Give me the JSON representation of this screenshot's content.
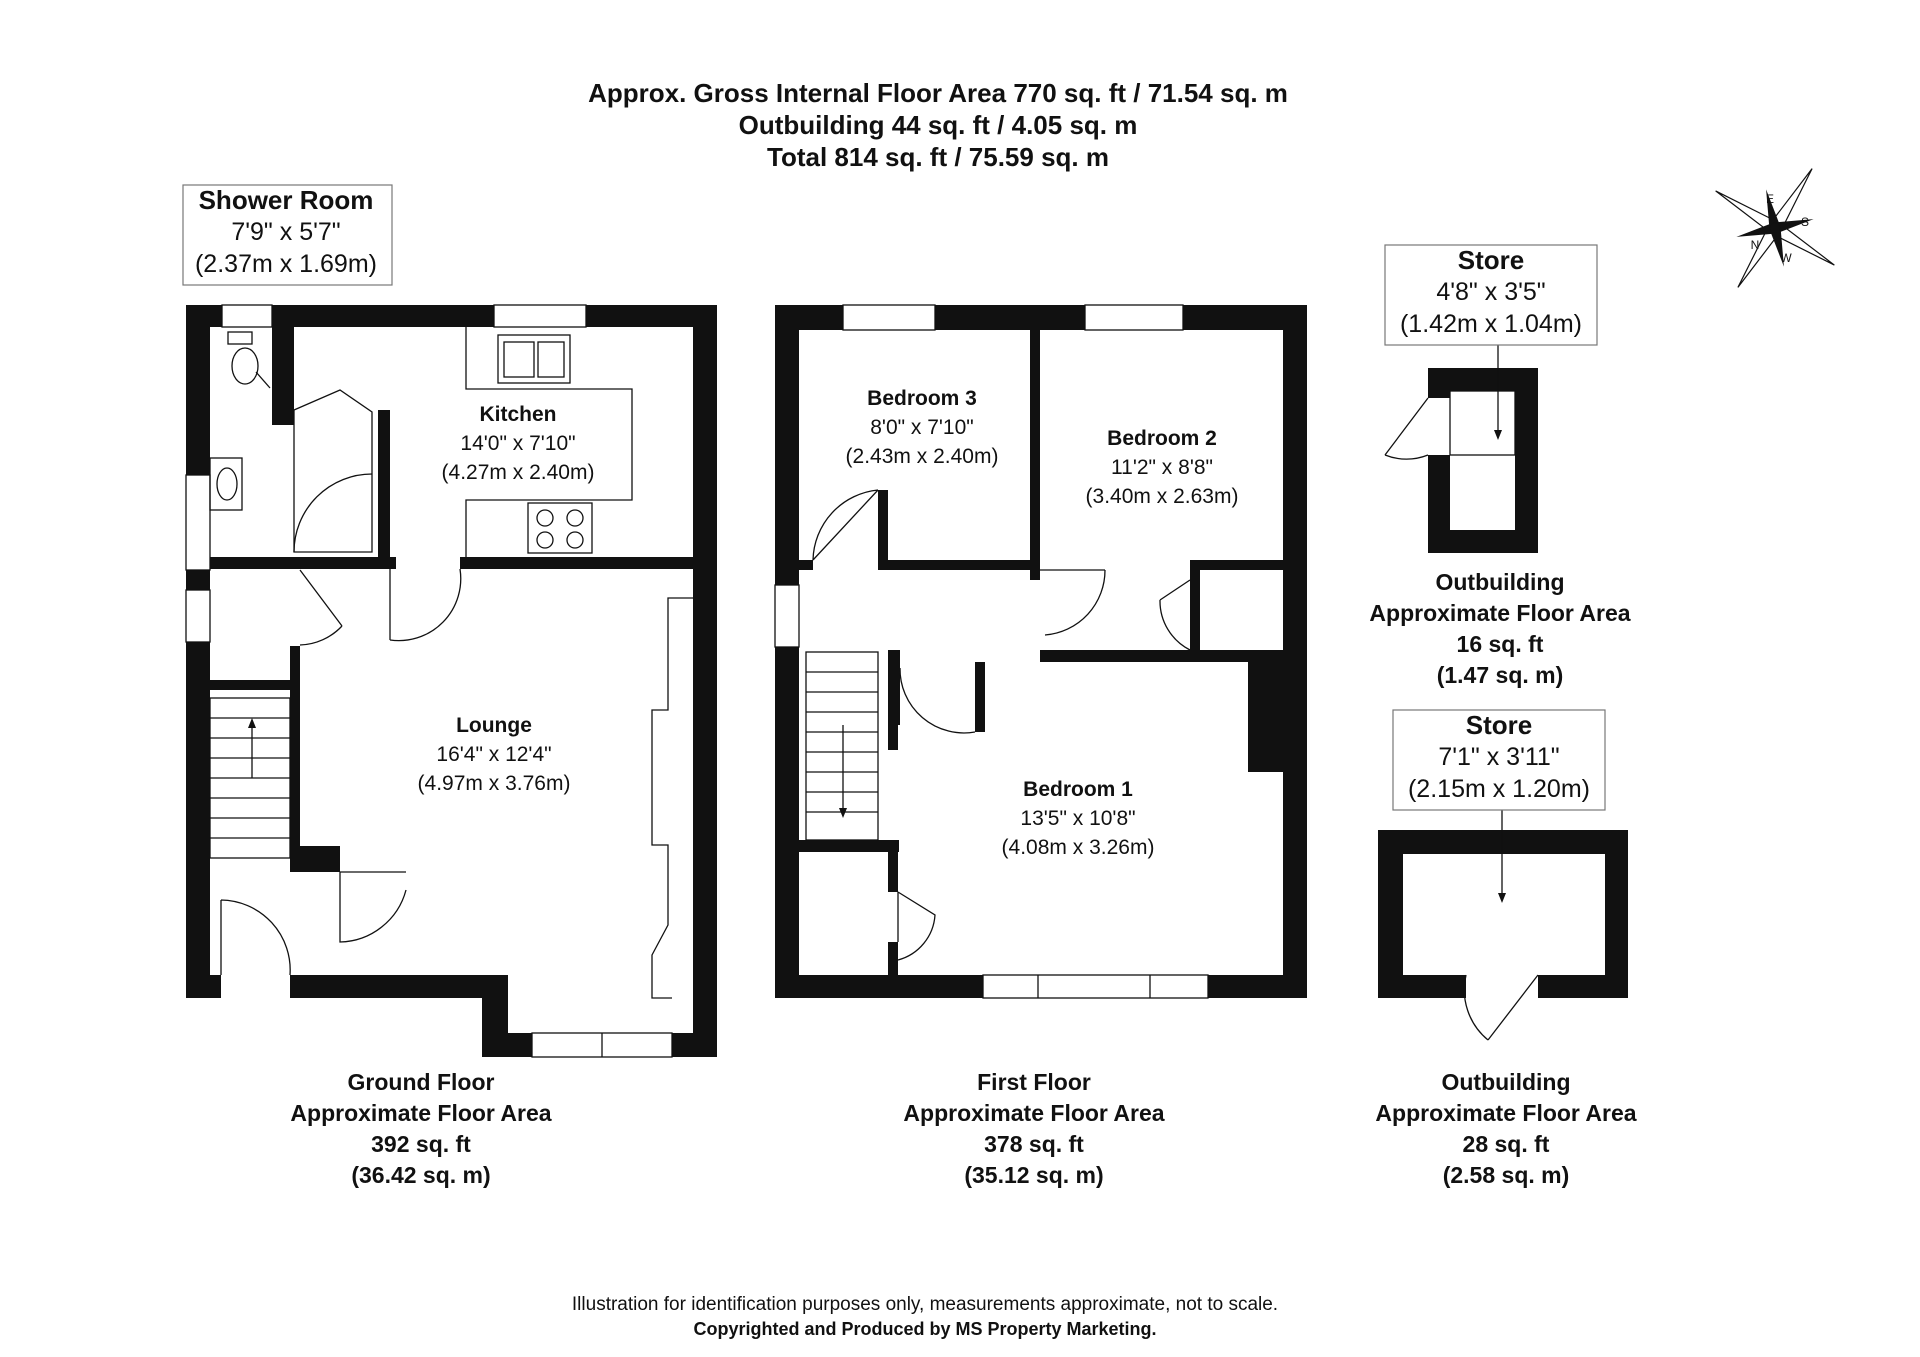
{
  "header": {
    "line1": "Approx. Gross Internal Floor Area 770 sq. ft / 71.54 sq. m",
    "line2": "Outbuilding 44 sq. ft / 4.05 sq. m",
    "line3": "Total 814 sq. ft / 75.59 sq. m"
  },
  "compass": {
    "n": "N",
    "s": "S",
    "e": "E",
    "w": "W"
  },
  "rooms": {
    "shower_room": {
      "name": "Shower Room",
      "imperial": "7'9\" x 5'7\"",
      "metric": "(2.37m x 1.69m)"
    },
    "kitchen": {
      "name": "Kitchen",
      "imperial": "14'0\" x 7'10\"",
      "metric": "(4.27m x 2.40m)"
    },
    "lounge": {
      "name": "Lounge",
      "imperial": "16'4\" x 12'4\"",
      "metric": "(4.97m x 3.76m)"
    },
    "bedroom3": {
      "name": "Bedroom 3",
      "imperial": "8'0\" x 7'10\"",
      "metric": "(2.43m x 2.40m)"
    },
    "bedroom2": {
      "name": "Bedroom 2",
      "imperial": "11'2\" x 8'8\"",
      "metric": "(3.40m x 2.63m)"
    },
    "bedroom1": {
      "name": "Bedroom 1",
      "imperial": "13'5\" x 10'8\"",
      "metric": "(4.08m x 3.26m)"
    },
    "store1": {
      "name": "Store",
      "imperial": "4'8\" x 3'5\"",
      "metric": "(1.42m x 1.04m)"
    },
    "store2": {
      "name": "Store",
      "imperial": "7'1\" x 3'11\"",
      "metric": "(2.15m x 1.20m)"
    }
  },
  "floors": {
    "ground": {
      "name": "Ground Floor",
      "label": "Approximate Floor Area",
      "sqft": "392 sq. ft",
      "sqm": "(36.42 sq. m)"
    },
    "first": {
      "name": "First Floor",
      "label": "Approximate Floor Area",
      "sqft": "378 sq. ft",
      "sqm": "(35.12 sq. m)"
    },
    "outbuilding1": {
      "name": "Outbuilding",
      "label": "Approximate Floor Area",
      "sqft": "16 sq. ft",
      "sqm": "(1.47 sq. m)"
    },
    "outbuilding2": {
      "name": "Outbuilding",
      "label": "Approximate Floor Area",
      "sqft": "28 sq. ft",
      "sqm": "(2.58 sq. m)"
    }
  },
  "footer": {
    "disclaimer": "Illustration for identification purposes only, measurements approximate, not to scale.",
    "copyright": "Copyrighted  and Produced by MS Property Marketing."
  }
}
